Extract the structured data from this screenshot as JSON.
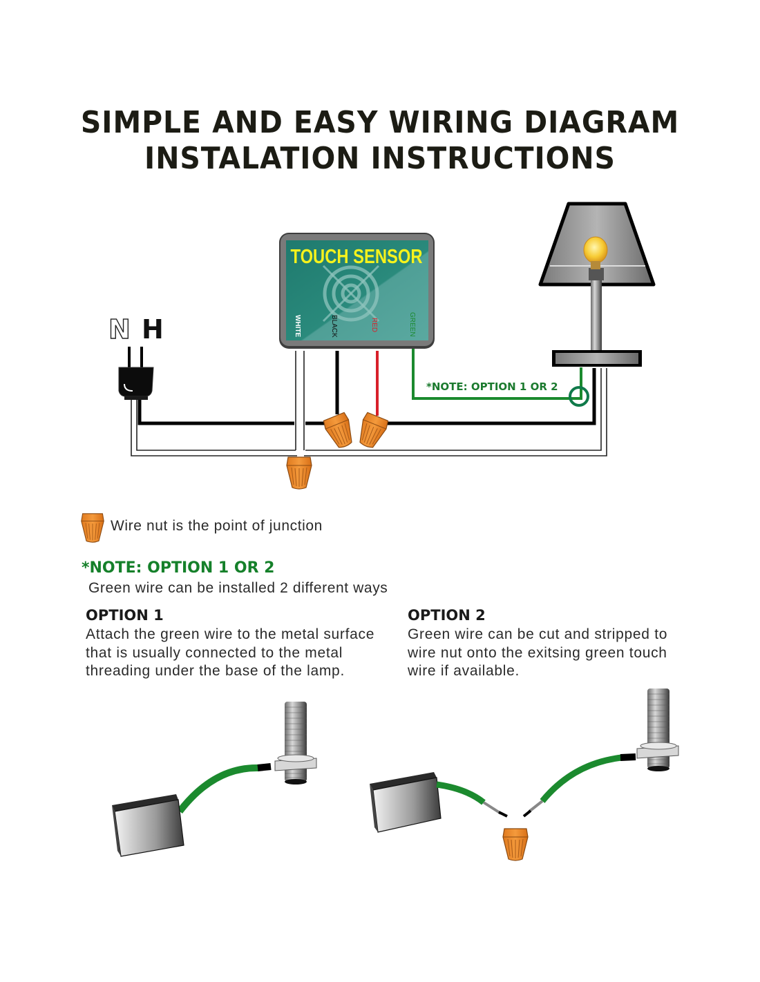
{
  "header": {
    "title_line1": "SIMPLE AND EASY WIRING DIAGRAM",
    "title_line2": "INSTALATION INSTRUCTIONS"
  },
  "diagram": {
    "plug_labels": {
      "neutral": "N",
      "hot": "H"
    },
    "sensor": {
      "title": "TOUCH SENSOR",
      "wire_labels": [
        "WHITE",
        "BLACK",
        "RED",
        "GREEN"
      ],
      "title_color": "#f6f21c",
      "body_color": "#2a8a7c"
    },
    "note_callout": "*NOTE: OPTION 1 OR 2",
    "colors": {
      "green_wire": "#1b8a2e",
      "red_wire": "#d8202a",
      "black_wire": "#000000",
      "wire_nut": "#f08a2a"
    }
  },
  "legend": {
    "wire_nut_text": "Wire nut is the point of junction"
  },
  "note": {
    "heading": "*NOTE: OPTION 1 OR 2",
    "subtext": "Green wire can be installed 2 different ways"
  },
  "options": [
    {
      "heading": "OPTION 1",
      "body": "Attach the green wire to the metal surface that is usually connected to the metal threading under the base of the lamp."
    },
    {
      "heading": "OPTION 2",
      "body": "Green wire can be cut and stripped to wire nut onto the exitsing green touch wire if available."
    }
  ]
}
